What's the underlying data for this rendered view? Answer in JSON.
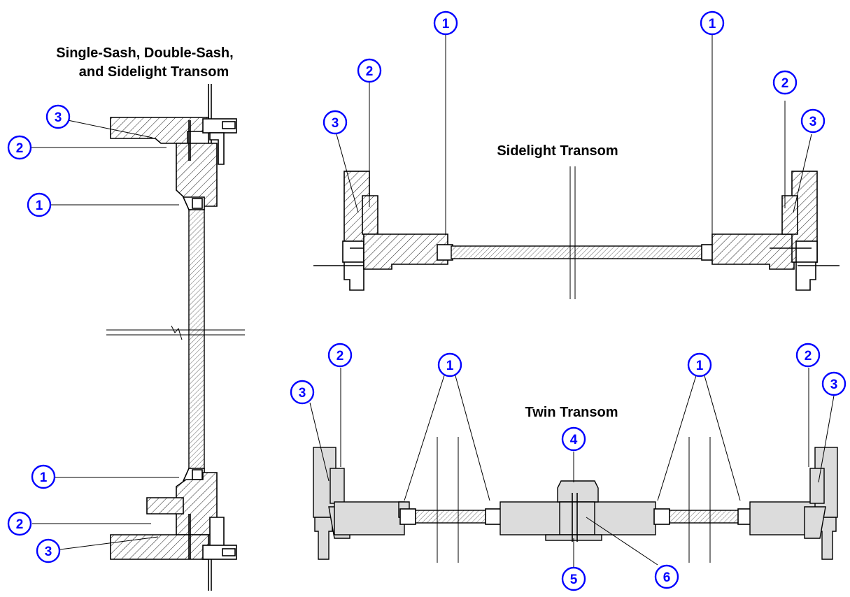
{
  "titles": {
    "single_line1": "Single-Sash, Double-Sash,",
    "single_line2": "and Sidelight Transom",
    "sidelight": "Sidelight Transom",
    "twin": "Twin Transom"
  },
  "callouts": {
    "c1": "1",
    "c2": "2",
    "c3": "3",
    "c4": "4",
    "c5": "5",
    "c6": "6"
  },
  "colors": {
    "callout_blue": "#0000ff",
    "line": "#000000",
    "twin_fill": "#dcdcdc"
  }
}
